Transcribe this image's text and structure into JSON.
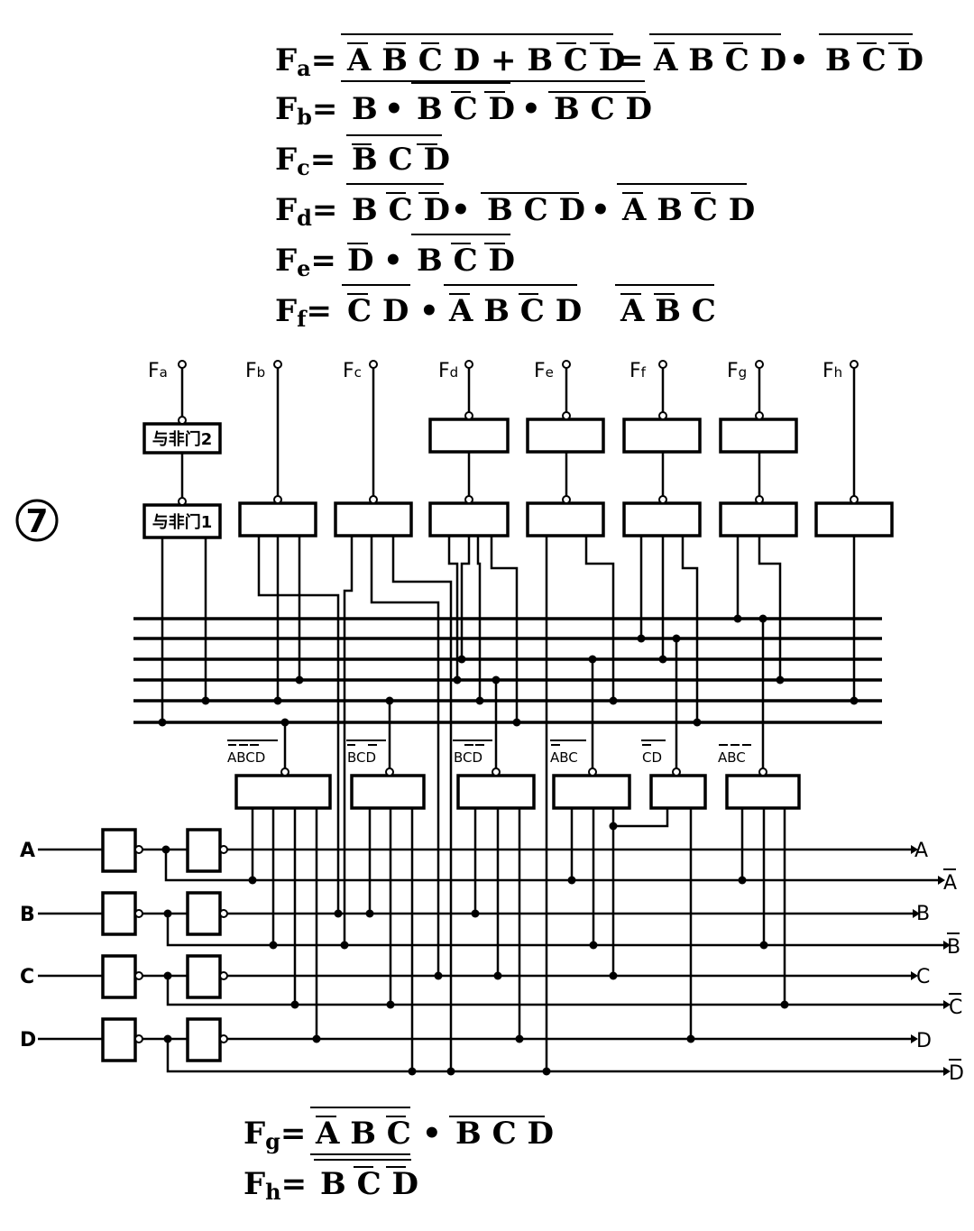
{
  "figure_number": "7",
  "equations_top": [
    {
      "name": "F",
      "sub": "a",
      "rhs": [
        "A B C D + B C D",
        "A B C D",
        "B C D"
      ]
    },
    {
      "name": "F",
      "sub": "b",
      "rhs": [
        "B",
        "B C D",
        "B C D"
      ]
    },
    {
      "name": "F",
      "sub": "c",
      "rhs": [
        "B C D"
      ]
    },
    {
      "name": "F",
      "sub": "d",
      "rhs": [
        "B C D",
        "B C D",
        "A B C D"
      ]
    },
    {
      "name": "F",
      "sub": "e",
      "rhs": [
        "D",
        "B C D"
      ]
    },
    {
      "name": "F",
      "sub": "f",
      "rhs": [
        "C D",
        "A B C D",
        "A B C"
      ]
    }
  ],
  "equations_bottom": [
    {
      "name": "F",
      "sub": "g",
      "rhs": [
        "A B C",
        "B C D"
      ]
    },
    {
      "name": "F",
      "sub": "h",
      "rhs": [
        "B C D"
      ]
    }
  ],
  "outputs": [
    {
      "name": "F",
      "sub": "a"
    },
    {
      "name": "F",
      "sub": "b"
    },
    {
      "name": "F",
      "sub": "c"
    },
    {
      "name": "F",
      "sub": "d"
    },
    {
      "name": "F",
      "sub": "e"
    },
    {
      "name": "F",
      "sub": "f"
    },
    {
      "name": "F",
      "sub": "g"
    },
    {
      "name": "F",
      "sub": "h"
    }
  ],
  "gate_labels": {
    "nand2": "与非门2",
    "nand1": "与非门1"
  },
  "minterm_labels": [
    "ABCD",
    "BCD",
    "BCD",
    "ABC",
    "CD",
    "ABC"
  ],
  "inputs": [
    "A",
    "B",
    "C",
    "D"
  ],
  "rail_labels": [
    "A",
    "A",
    "B",
    "B",
    "C",
    "C",
    "D",
    "D"
  ]
}
